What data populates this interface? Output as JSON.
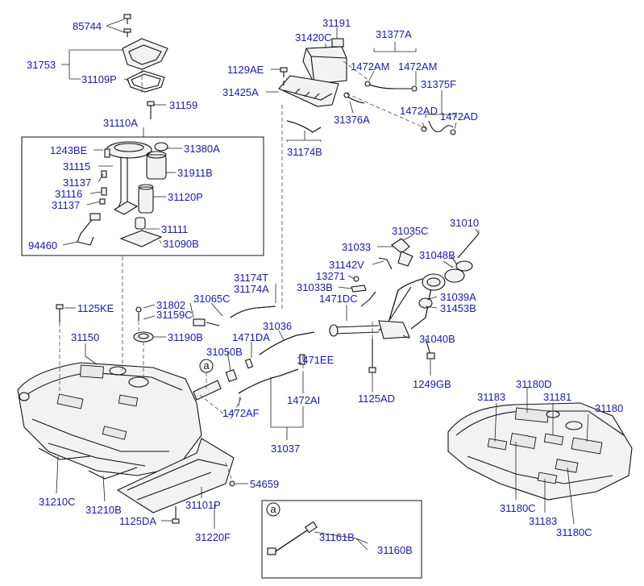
{
  "labels": {
    "l85744": "85744",
    "l31753": "31753",
    "l31109P": "31109P",
    "l31159": "31159",
    "l31110A": "31110A",
    "l1243BE": "1243BE",
    "l31115": "31115",
    "l31137a": "31137",
    "l31116": "31116",
    "l31137b": "31137",
    "l94460": "94460",
    "l31380A": "31380A",
    "l31911B": "31911B",
    "l31120P": "31120P",
    "l31111": "31111",
    "l31090B": "31090B",
    "l31191": "31191",
    "l31420C": "31420C",
    "l31377A": "31377A",
    "l1129AE": "1129AE",
    "l1472AM1": "1472AM",
    "l1472AM2": "1472AM",
    "l31425A": "31425A",
    "l31375F": "31375F",
    "l1472AD1": "1472AD",
    "l1472AD2": "1472AD",
    "l31376A": "31376A",
    "l31174B": "31174B",
    "l31035C": "31035C",
    "l31010": "31010",
    "l31033": "31033",
    "l31048B": "31048B",
    "l31142V": "31142V",
    "l13271": "13271",
    "l31033B": "31033B",
    "l31039A": "31039A",
    "l1471DC": "1471DC",
    "l31453B": "31453B",
    "l31174T": "31174T",
    "l31174A": "31174A",
    "l31802": "31802",
    "l31159C": "31159C",
    "l1125KE": "1125KE",
    "l31065C": "31065C",
    "l31036": "31036",
    "l31190B": "31190B",
    "l1471DA": "1471DA",
    "l31040B": "31040B",
    "l31150": "31150",
    "l31050B": "31050B",
    "l1471EE": "1471EE",
    "l1249GB": "1249GB",
    "l1472AI": "1472AI",
    "l1125AD": "1125AD",
    "l1472AF": "1472AF",
    "l31037": "31037",
    "l31210C": "31210C",
    "l31210B": "31210B",
    "l54659": "54659",
    "l31101P": "31101P",
    "l1125DA": "1125DA",
    "l31220F": "31220F",
    "l31161B": "31161B",
    "l31160B": "31160B",
    "l31183a": "31183",
    "l31180D": "31180D",
    "l31181": "31181",
    "l31180a": "31180",
    "l31180C1": "31180C",
    "l31183b": "31183",
    "l31180C2": "31180C"
  },
  "callouts": {
    "a_main": "a",
    "a_inset": "a"
  },
  "colors": {
    "label": "#1a1aa6",
    "line": "#111111",
    "background": "#ffffff"
  }
}
